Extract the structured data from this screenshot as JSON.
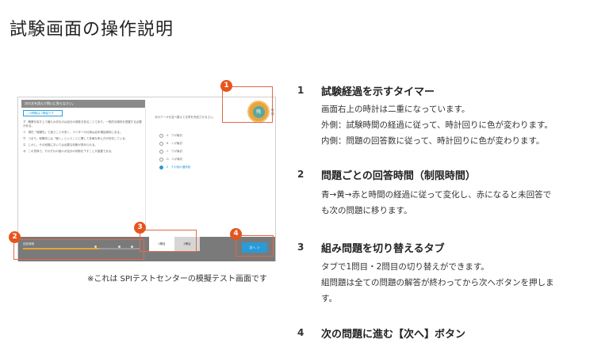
{
  "page": {
    "title": "試験画面の操作説明"
  },
  "mock": {
    "question_bar": "次の文を読んで問いに答えなさい。",
    "tag": "この問題は 2問組です",
    "list": [
      {
        "key": "ア",
        "text": "職業を探す上で最も大切なのは自分の適性を知ることであり、一般的な傾向を把握する必要がある。"
      },
      {
        "key": "イ",
        "text": "現在「就職先」で迷うことが多く、ライターの仕事は近年増加傾向にある。"
      },
      {
        "key": "ウ",
        "text": "つまり、就職先には「働く」ということに関して多様な考え方が存在している。"
      },
      {
        "key": "エ",
        "text": "しかし、その段階においては必要な判断が求められる。"
      },
      {
        "key": "オ",
        "text": "この意味で、それぞれの個人が自分の判断を下すことが重要である。"
      }
    ],
    "right_question": "次のア〜オを並べ替えて文章を完成させなさい。",
    "options": [
      "A　アが最初",
      "B　イが最初",
      "C　ウが最初",
      "D　エが最初",
      "E　その他の選択肢"
    ],
    "timer_glyph": "残",
    "time_label": "時間",
    "progress_label": "回答時間",
    "tab1": "1問目",
    "tab2": "2問目",
    "next_label": "次へ ＞",
    "badges": [
      "1",
      "2",
      "3",
      "4"
    ]
  },
  "caption": "※これは SPIテストセンターの模擬テスト画面です",
  "items": [
    {
      "num": "1",
      "heading": "試験経過を示すタイマー",
      "lines": [
        "画面右上の時計は二重になっています。",
        "外側：試験時間の経過に従って、時計回りに色が変わります。",
        "内側：問題の回答数に従って、時計回りに色が変わります。"
      ]
    },
    {
      "num": "2",
      "heading": "問題ごとの回答時間（制限時間）",
      "lines": [
        "青→黄→赤と時間の経過に従って変化し、赤になると未回答で",
        "も次の問題に移ります。"
      ]
    },
    {
      "num": "3",
      "heading": "組み問題を切り替えるタブ",
      "lines": [
        "タブで1問目・2問目の切り替えができます。",
        "組問題は全ての問題の解答が終わってから次へボタンを押しま",
        "す。"
      ]
    },
    {
      "num": "4",
      "heading": "次の問題に進む【次へ】ボタン",
      "lines": []
    }
  ],
  "colors": {
    "accent": "#e5551e",
    "blue": "#2a9ad8",
    "timer": "#e9a43c"
  },
  "progress_fraction": 0.65
}
